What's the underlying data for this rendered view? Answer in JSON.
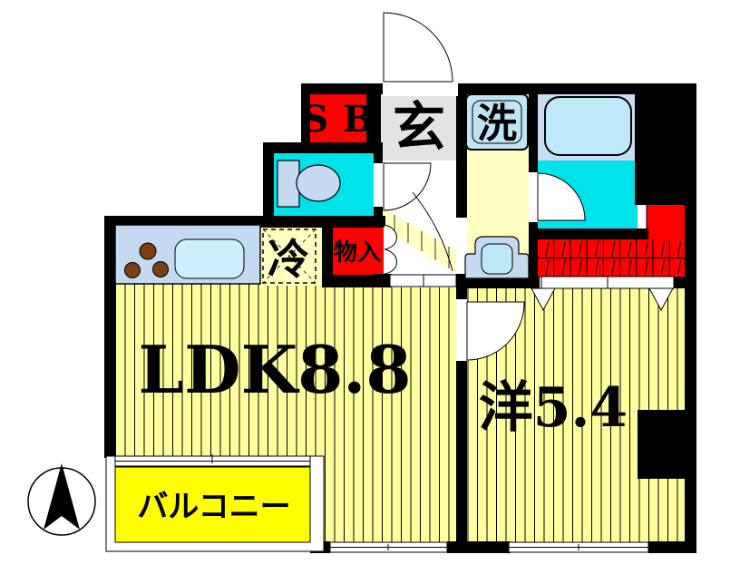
{
  "plan": {
    "type": "apartment-floor-plan",
    "rooms": {
      "shaft": {
        "label": "S B"
      },
      "entrance": {
        "label": "玄"
      },
      "laundry": {
        "label": "洗"
      },
      "refrigerator": {
        "label": "冷"
      },
      "storage": {
        "label": "物入"
      },
      "ldk": {
        "label": "LDK8.8"
      },
      "western_room": {
        "label": "洋5.4"
      },
      "balcony": {
        "label": "バルコニー"
      }
    },
    "colors": {
      "wall": "#000000",
      "floor_stripe_yellow": "#FFFF9E",
      "service_yellow": "#FFFFC2",
      "balcony_yellow": "#FFFF00",
      "accent_red": "#FF0000",
      "wet_area_cyan": "#00E2EA",
      "bath_floor_lavender": "#CBDCF2",
      "fixture_blue": "#C3DAF0",
      "sink_blue": "#CDEEFB",
      "tub_blue": "#BFE9F8",
      "entrance_gray": "#E3E3E3",
      "burner_brown": "#7B3F10"
    }
  }
}
